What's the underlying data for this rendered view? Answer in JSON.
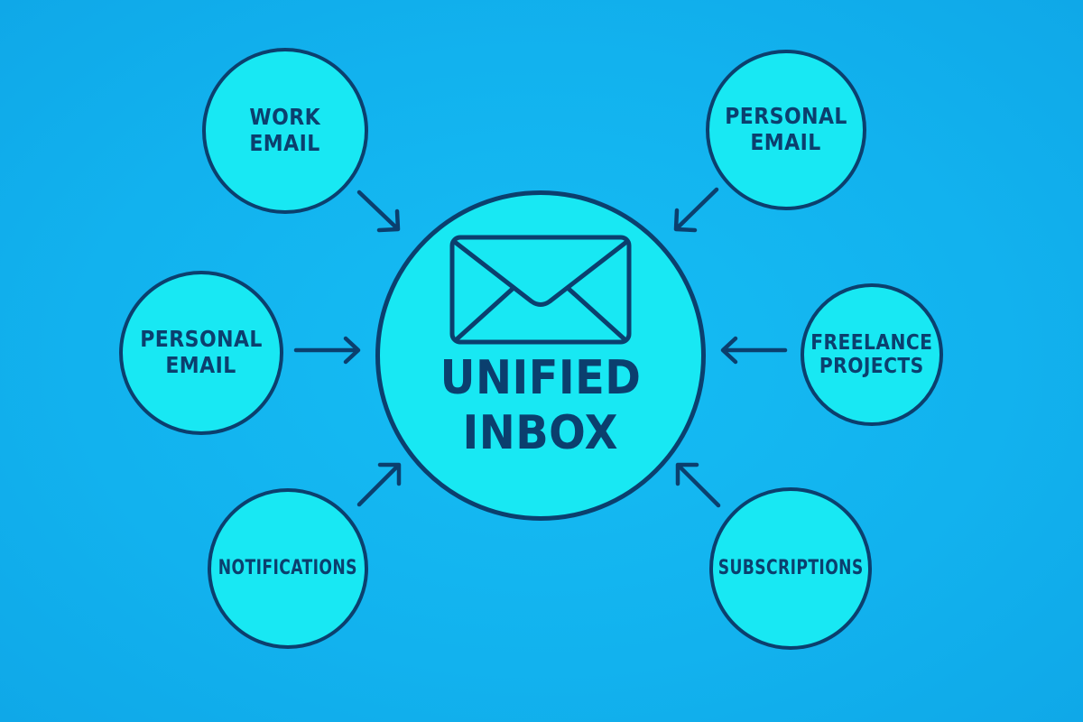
{
  "diagram": {
    "title": "Unified Inbox",
    "colors": {
      "background": "#12b2ee",
      "node_fill": "#18e8f3",
      "stroke": "#0b3f6e",
      "text": "#0b3f6e"
    },
    "center": {
      "icon": "envelope-icon",
      "line1": "UNIFIED",
      "line2": "INBOX"
    },
    "sources": [
      {
        "id": "work-email",
        "line1": "WORK",
        "line2": "EMAIL",
        "position": "top-left"
      },
      {
        "id": "personal-email-top",
        "line1": "PERSONAL",
        "line2": "EMAIL",
        "position": "top-right"
      },
      {
        "id": "personal-email-left",
        "line1": "PERSONAL",
        "line2": "EMAIL",
        "position": "middle-left"
      },
      {
        "id": "freelance-projects",
        "line1": "FREELANCE",
        "line2": "PROJECTS",
        "position": "middle-right"
      },
      {
        "id": "notifications",
        "line1": "NOTIFICATIONS",
        "line2": "",
        "position": "bottom-left"
      },
      {
        "id": "subscriptions",
        "line1": "SUBSCRIPTIONS",
        "line2": "",
        "position": "bottom-right"
      }
    ],
    "edges": [
      {
        "from": "work-email",
        "to": "unified-inbox"
      },
      {
        "from": "personal-email-top",
        "to": "unified-inbox"
      },
      {
        "from": "personal-email-left",
        "to": "unified-inbox"
      },
      {
        "from": "freelance-projects",
        "to": "unified-inbox"
      },
      {
        "from": "notifications",
        "to": "unified-inbox"
      },
      {
        "from": "subscriptions",
        "to": "unified-inbox"
      }
    ]
  }
}
